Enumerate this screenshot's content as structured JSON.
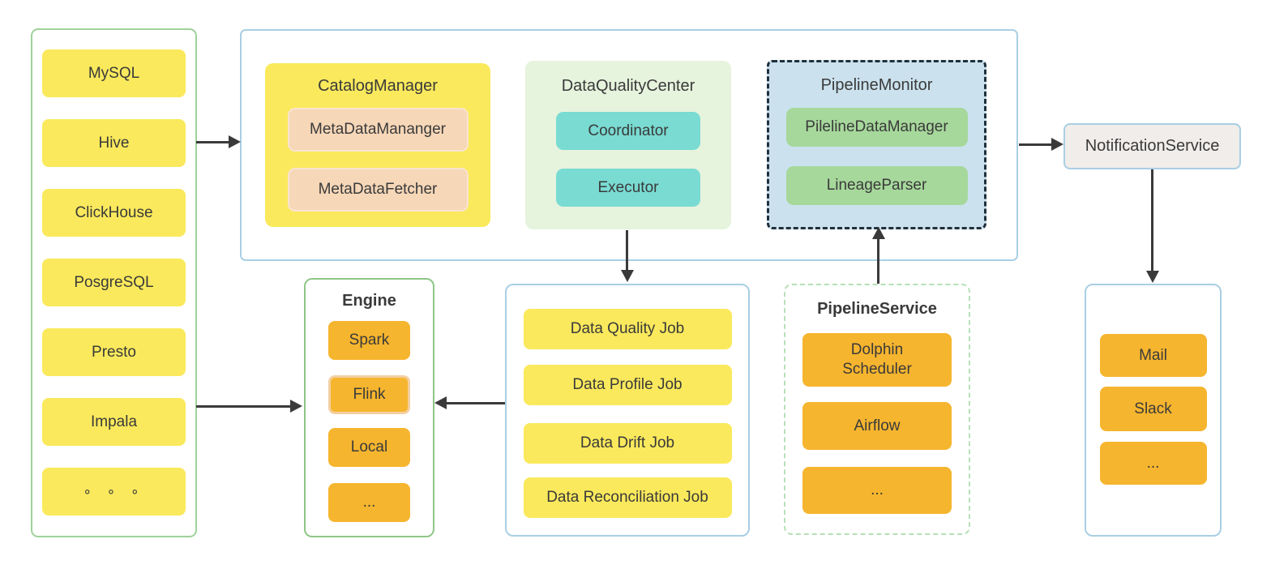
{
  "sources": {
    "items": [
      "MySQL",
      "Hive",
      "ClickHouse",
      "PosgreSQL",
      "Presto",
      "Impala",
      "∘ ∘ ∘"
    ]
  },
  "platform": {
    "catalog_manager": {
      "title": "CatalogManager",
      "items": [
        "MetaDataMananger",
        "MetaDataFetcher"
      ]
    },
    "data_quality_center": {
      "title": "DataQualityCenter",
      "items": [
        "Coordinator",
        "Executor"
      ]
    },
    "pipeline_monitor": {
      "title": "PipelineMonitor",
      "items": [
        "PilelineDataManager",
        "LineageParser"
      ]
    }
  },
  "engine": {
    "title": "Engine",
    "items": [
      "Spark",
      "Flink",
      "Local",
      "..."
    ]
  },
  "jobs": {
    "items": [
      "Data Quality Job",
      "Data Profile Job",
      "Data Drift Job",
      "Data Reconciliation Job"
    ]
  },
  "pipeline_service": {
    "title": "PipelineService",
    "items": [
      "Dolphin Scheduler",
      "Airflow",
      "..."
    ]
  },
  "notification_service": {
    "label": "NotificationService"
  },
  "notification_channels": {
    "items": [
      "Mail",
      "Slack",
      "..."
    ]
  },
  "colors": {
    "yellow": "#fae95c",
    "orange": "#f6b52e",
    "cyan": "#79dbd2",
    "peach": "#f6d7b8",
    "green_chip": "#a6d89b",
    "quality_bg": "#e6f3dd",
    "monitor_bg": "#cbe2ee",
    "notification_bg": "#f0edeb",
    "source_border": "#9ed29a",
    "blue_border": "#a9cfe3",
    "engine_border": "#8fc687",
    "pipeline_service_border": "#b7e0b7",
    "monitor_border": "#20303c",
    "arrow": "#3a3a3a"
  }
}
